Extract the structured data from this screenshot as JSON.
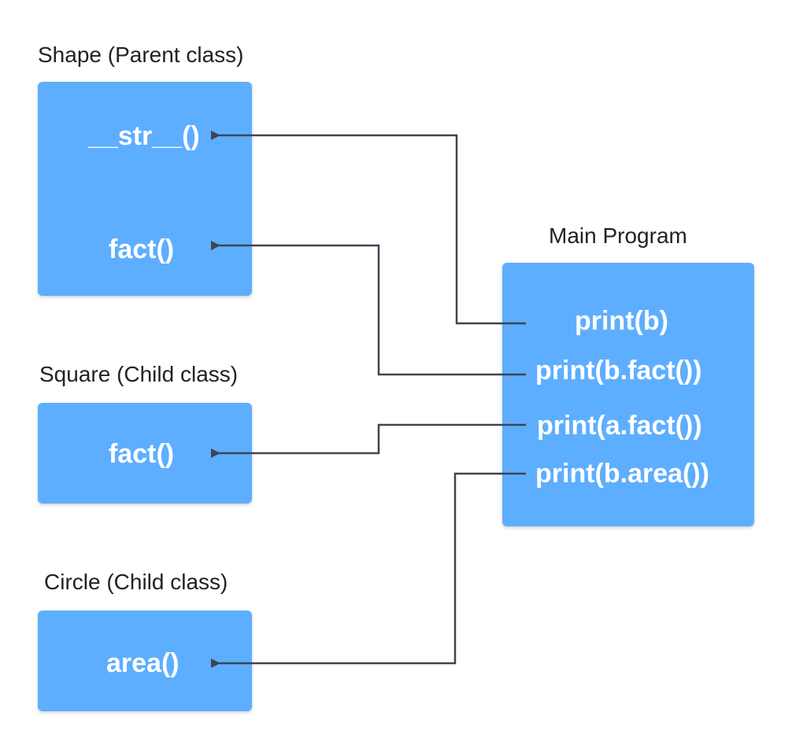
{
  "shape": {
    "title": "Shape (Parent class)",
    "methods": [
      "__str__()",
      "fact()"
    ]
  },
  "square": {
    "title": "Square (Child class)",
    "methods": [
      "fact()"
    ]
  },
  "circle": {
    "title": "Circle (Child class)",
    "methods": [
      "area()"
    ]
  },
  "main": {
    "title": "Main Program",
    "statements": [
      "print(b)",
      "print(b.fact())",
      "print(a.fact())",
      "print(b.area())"
    ]
  },
  "colors": {
    "box": "#5eaeff",
    "connector": "#3d4650",
    "label_text": "#222222",
    "method_text": "#ffffff"
  }
}
